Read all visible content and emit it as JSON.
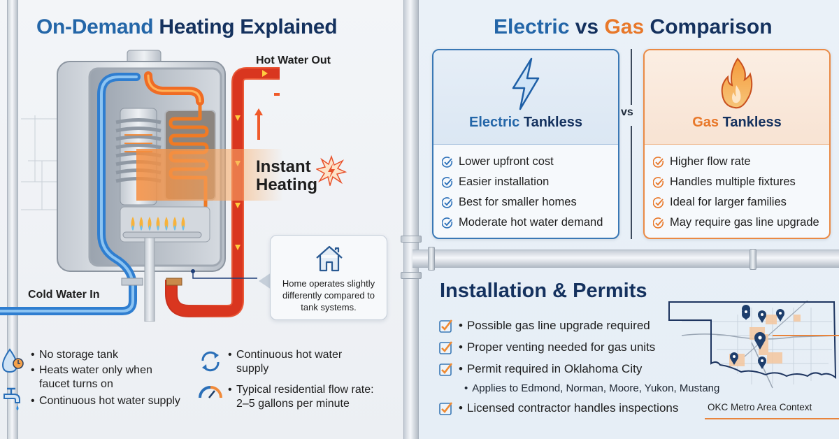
{
  "left": {
    "title": {
      "part1": "On-Demand",
      "part2": "Heating Explained"
    },
    "labels": {
      "hot_water_out": "Hot Water Out",
      "cold_water_in": "Cold Water In",
      "instant_heating": [
        "Instant",
        "Heating"
      ]
    },
    "callout": {
      "icon": "house-icon",
      "text": "Home operates slightly differently compared to tank systems."
    },
    "features_left": [
      {
        "icon": "water-drop-timer-icon",
        "text": "No storage tank"
      },
      {
        "icon": "faucet-icon",
        "text": "Heats water only when faucet turns on"
      },
      {
        "icon": "faucet-icon",
        "text": "Continuous hot water supply"
      }
    ],
    "features_right": [
      {
        "icon": "refresh-cycle-icon",
        "text": "Continuous hot water supply"
      },
      {
        "icon": "gauge-icon",
        "text": "Typical residential flow rate: 2–5 gallons per minute"
      }
    ]
  },
  "right": {
    "title": {
      "part1": "Electric",
      "part2": "vs",
      "part3": "Gas",
      "part4": "Comparison"
    },
    "vs_label": "vs",
    "electric_card": {
      "icon": "lightning-bolt-icon",
      "title_part1": "Electric",
      "title_part2": "Tankless",
      "items": [
        "Lower upfront cost",
        "Easier installation",
        "Best for smaller homes",
        "Moderate hot water demand"
      ]
    },
    "gas_card": {
      "icon": "flame-icon",
      "title_part1": "Gas",
      "title_part2": "Tankless",
      "items": [
        "Higher flow rate",
        "Handles multiple fixtures",
        "Ideal for larger families",
        "May require gas line upgrade"
      ]
    },
    "installation": {
      "title": "Installation & Permits",
      "items": [
        {
          "text": "Possible gas line upgrade required",
          "checked": true
        },
        {
          "text": "Proper venting needed for gas units",
          "checked": true
        },
        {
          "text": "Permit required in Oklahoma City",
          "checked": true,
          "sub": "Applies to Edmond, Norman, Moore, Yukon, Mustang"
        },
        {
          "text": "Licensed contractor handles inspections",
          "checked": true
        }
      ]
    },
    "map": {
      "caption": "OKC Metro Area Context",
      "pins": 6
    }
  },
  "colors": {
    "blue": "#2466a8",
    "navy": "#14315e",
    "orange": "#e8782a",
    "hot_pipe": "#e0452b",
    "cold_pipe": "#3a8ad8"
  }
}
